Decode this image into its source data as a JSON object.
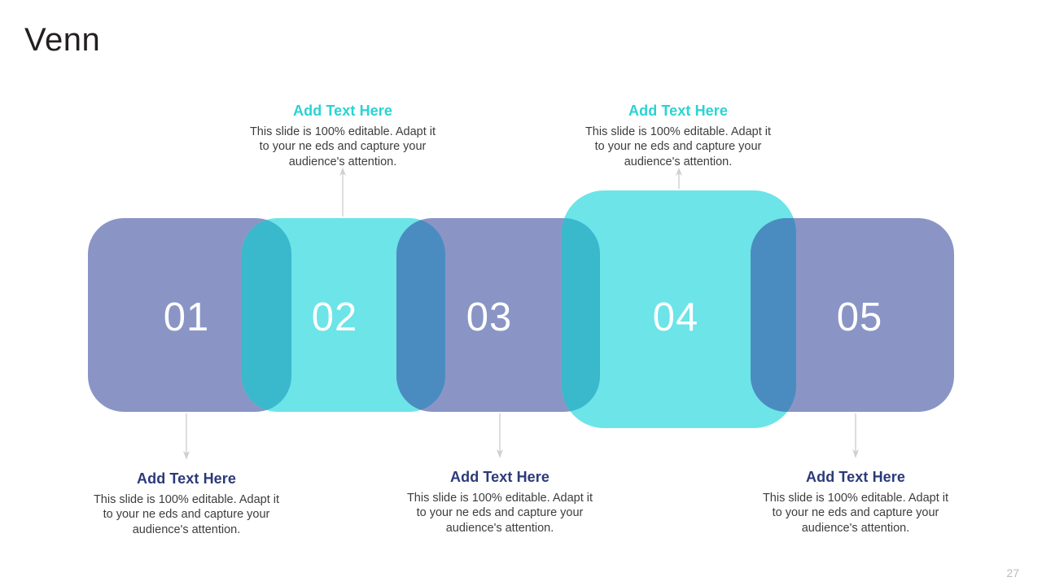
{
  "slide": {
    "title": "Venn",
    "page_number": "27",
    "background": "#ffffff"
  },
  "colors": {
    "title_text": "#231f20",
    "purple": "#8a95c6",
    "turquoise": "#6ce4e8",
    "overlap_steel_blue": "#4a8cc0",
    "overlap_teal": "#3ab8cc",
    "top_heading": "#2ad3d3",
    "bottom_heading": "#2b3a7a",
    "body_text": "#3d3d3d",
    "connector_line": "#cfcfcf",
    "number_text": "#ffffff",
    "page_number_text": "#b9bcc2"
  },
  "venn": {
    "shapes": [
      {
        "number": "01",
        "fill": "purple"
      },
      {
        "number": "02",
        "fill": "turquoise"
      },
      {
        "number": "03",
        "fill": "purple"
      },
      {
        "number": "04",
        "fill": "turquoise"
      },
      {
        "number": "05",
        "fill": "purple"
      }
    ]
  },
  "callouts": {
    "top": [
      {
        "id": "callout-top-02",
        "title": "Add Text Here",
        "body": "This slide is 100% editable. Adapt it to your ne eds and capture your audience's attention."
      },
      {
        "id": "callout-top-04",
        "title": "Add Text Here",
        "body": "This slide is 100% editable. Adapt it to your ne eds and capture your audience's attention."
      }
    ],
    "bottom": [
      {
        "id": "callout-bottom-01",
        "title": "Add Text Here",
        "body": "This slide is 100% editable. Adapt it to your ne eds and capture your audience's attention."
      },
      {
        "id": "callout-bottom-03",
        "title": "Add Text Here",
        "body": "This slide is 100% editable. Adapt it to your ne eds and capture your audience's attention."
      },
      {
        "id": "callout-bottom-05",
        "title": "Add Text Here",
        "body": "This slide is 100% editable. Adapt it to your ne eds and capture your audience's attention."
      }
    ]
  }
}
